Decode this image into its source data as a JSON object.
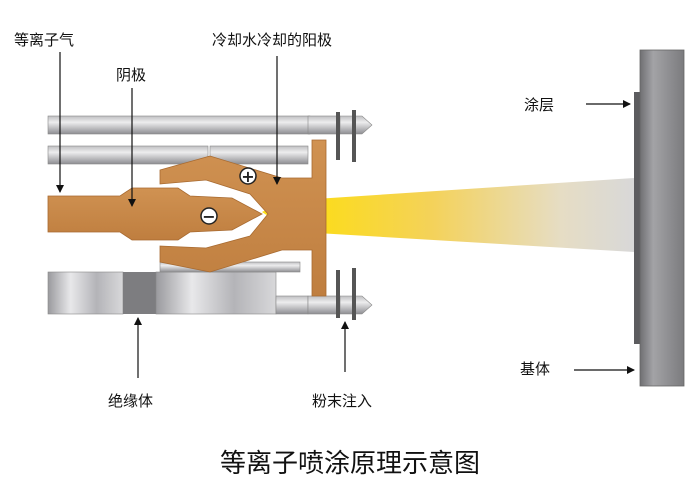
{
  "labels": {
    "plasma_gas": "等离子气",
    "cathode": "阴极",
    "water_cooled_anode": "冷却水冷却的阳极",
    "coating": "涂层",
    "insulator": "绝缘体",
    "powder_injection": "粉末注入",
    "substrate": "基体"
  },
  "symbols": {
    "positive": "+",
    "negative": "−"
  },
  "caption": "等离子喷涂原理示意图",
  "colors": {
    "copper": "#C98A4B",
    "copper_dark": "#A86A30",
    "steel_light": "#D6D6D8",
    "steel_dark": "#8E8E92",
    "insulator": "#7A7A7A",
    "flame_core": "#FFE000",
    "flame_mid": "#F5CF45",
    "flame_end": "#DCDCDC",
    "substrate": "#8C8C8F"
  }
}
